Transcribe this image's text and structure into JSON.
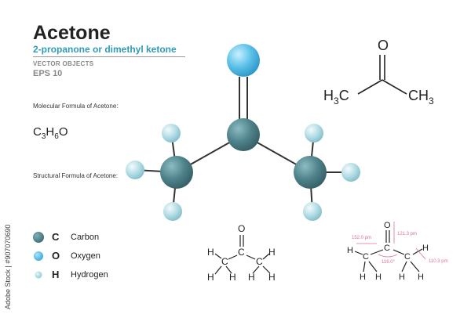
{
  "title": "Acetone",
  "subtitle": "2-propanone or dimethyl ketone",
  "vector_objects": "VECTOR OBJECTS",
  "eps": "EPS 10",
  "molecular_formula_label": "Molecular Formula of Acetone:",
  "molecular_formula": {
    "c": "C",
    "c_sub": "3",
    "h": "H",
    "h_sub": "6",
    "o": "O"
  },
  "structural_formula_label": "Structural  Formula of Acetone:",
  "legend": [
    {
      "letter": "C",
      "name": "Carbon",
      "color": "#4a7f87"
    },
    {
      "letter": "O",
      "name": "Oxygen",
      "color": "#5bc0e8"
    },
    {
      "letter": "H",
      "name": "Hydrogen",
      "color": "#a9d9e2"
    }
  ],
  "skeletal": {
    "o": "O",
    "left": "H3C",
    "right": "CH3",
    "sub": "3"
  },
  "atoms": {
    "c": "C",
    "h": "H",
    "o": "O"
  },
  "measurements": {
    "bond1": "152.0 pm",
    "bond2": "121.3 pm",
    "angle": "116.0°",
    "bond3": "110.3 pm"
  },
  "watermark": "Adobe Stock | #907070690",
  "colors": {
    "carbon": "#4a7f87",
    "oxygen": "#5bc0e8",
    "hydrogen": "#a9d9e2",
    "accent": "#2f9bb8",
    "measure": "#e0709a"
  }
}
